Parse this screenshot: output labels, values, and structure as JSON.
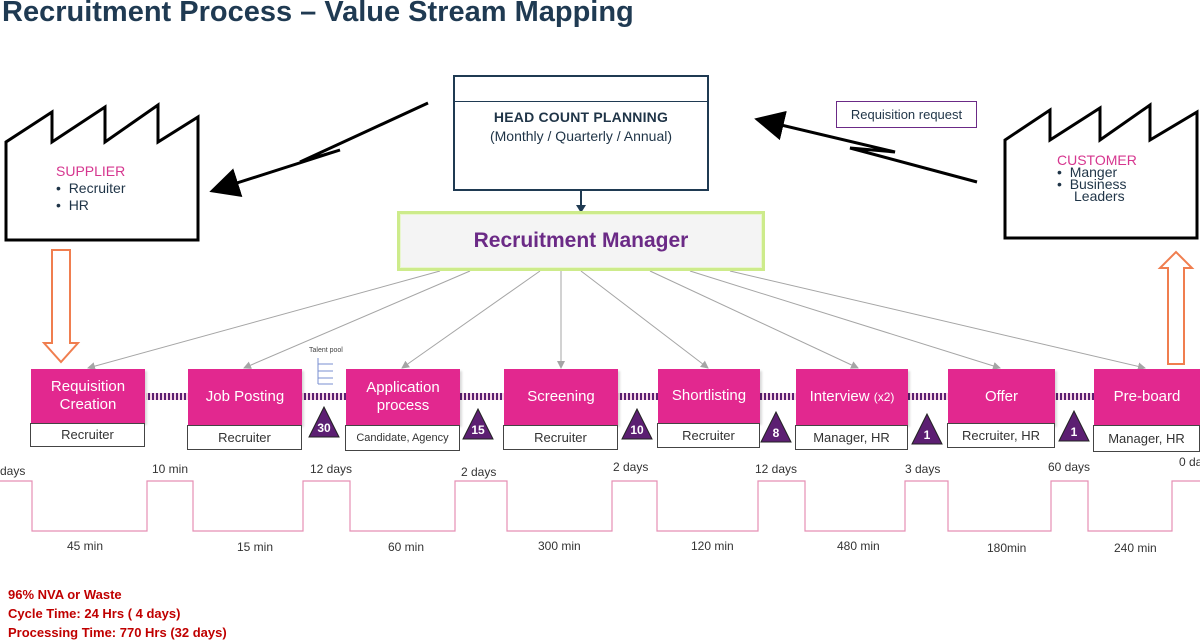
{
  "title": "Recruitment Process – Value Stream Mapping",
  "supplier": {
    "title": "SUPPLIER",
    "items": [
      "Recruiter",
      "HR"
    ]
  },
  "customer": {
    "title": "CUSTOMER",
    "items": [
      "Manger",
      "Business",
      "Leaders"
    ]
  },
  "head_count_planning": {
    "title": "HEAD COUNT PLANNING",
    "subtitle": "(Monthly / Quarterly / Annual)"
  },
  "requisition_request": "Requisition request",
  "recruitment_manager": "Recruitment Manager",
  "talent_pool": "Talent pool",
  "processes": [
    {
      "name": "Requisition Creation",
      "role": "Recruiter"
    },
    {
      "name": "Job Posting",
      "role": "Recruiter"
    },
    {
      "name": "Application process",
      "role": "Candidate, Agency"
    },
    {
      "name": "Screening",
      "role": "Recruiter"
    },
    {
      "name": "Shortlisting",
      "role": "Recruiter"
    },
    {
      "name": "Interview",
      "name_suffix": "(x2)",
      "role": "Manager, HR"
    },
    {
      "name": "Offer",
      "role": "Recruiter, HR"
    },
    {
      "name": "Pre-board",
      "role": "Manager, HR"
    }
  ],
  "inventory": [
    "30",
    "15",
    "10",
    "8",
    "1",
    "1"
  ],
  "timeline": {
    "wait_times": [
      "days",
      "10 min",
      "12 days",
      "2 days",
      "2 days",
      "12 days",
      "3 days",
      "60 days",
      "0 da"
    ],
    "process_times": [
      "45 min",
      "15 min",
      "60 min",
      "300 min",
      "120 min",
      "480 min",
      "180min",
      "240 min"
    ]
  },
  "summary": [
    "96% NVA or Waste",
    "Cycle Time: 24 Hrs ( 4 days)",
    "Processing Time: 770 Hrs (32 days)"
  ],
  "colors": {
    "process": "#e2288f",
    "triangle": "#5c1f72",
    "manager_text": "#6b2a86",
    "summary": "#c00000",
    "timeline": "#e58fb5",
    "block_arrow": "#f07e4f"
  }
}
